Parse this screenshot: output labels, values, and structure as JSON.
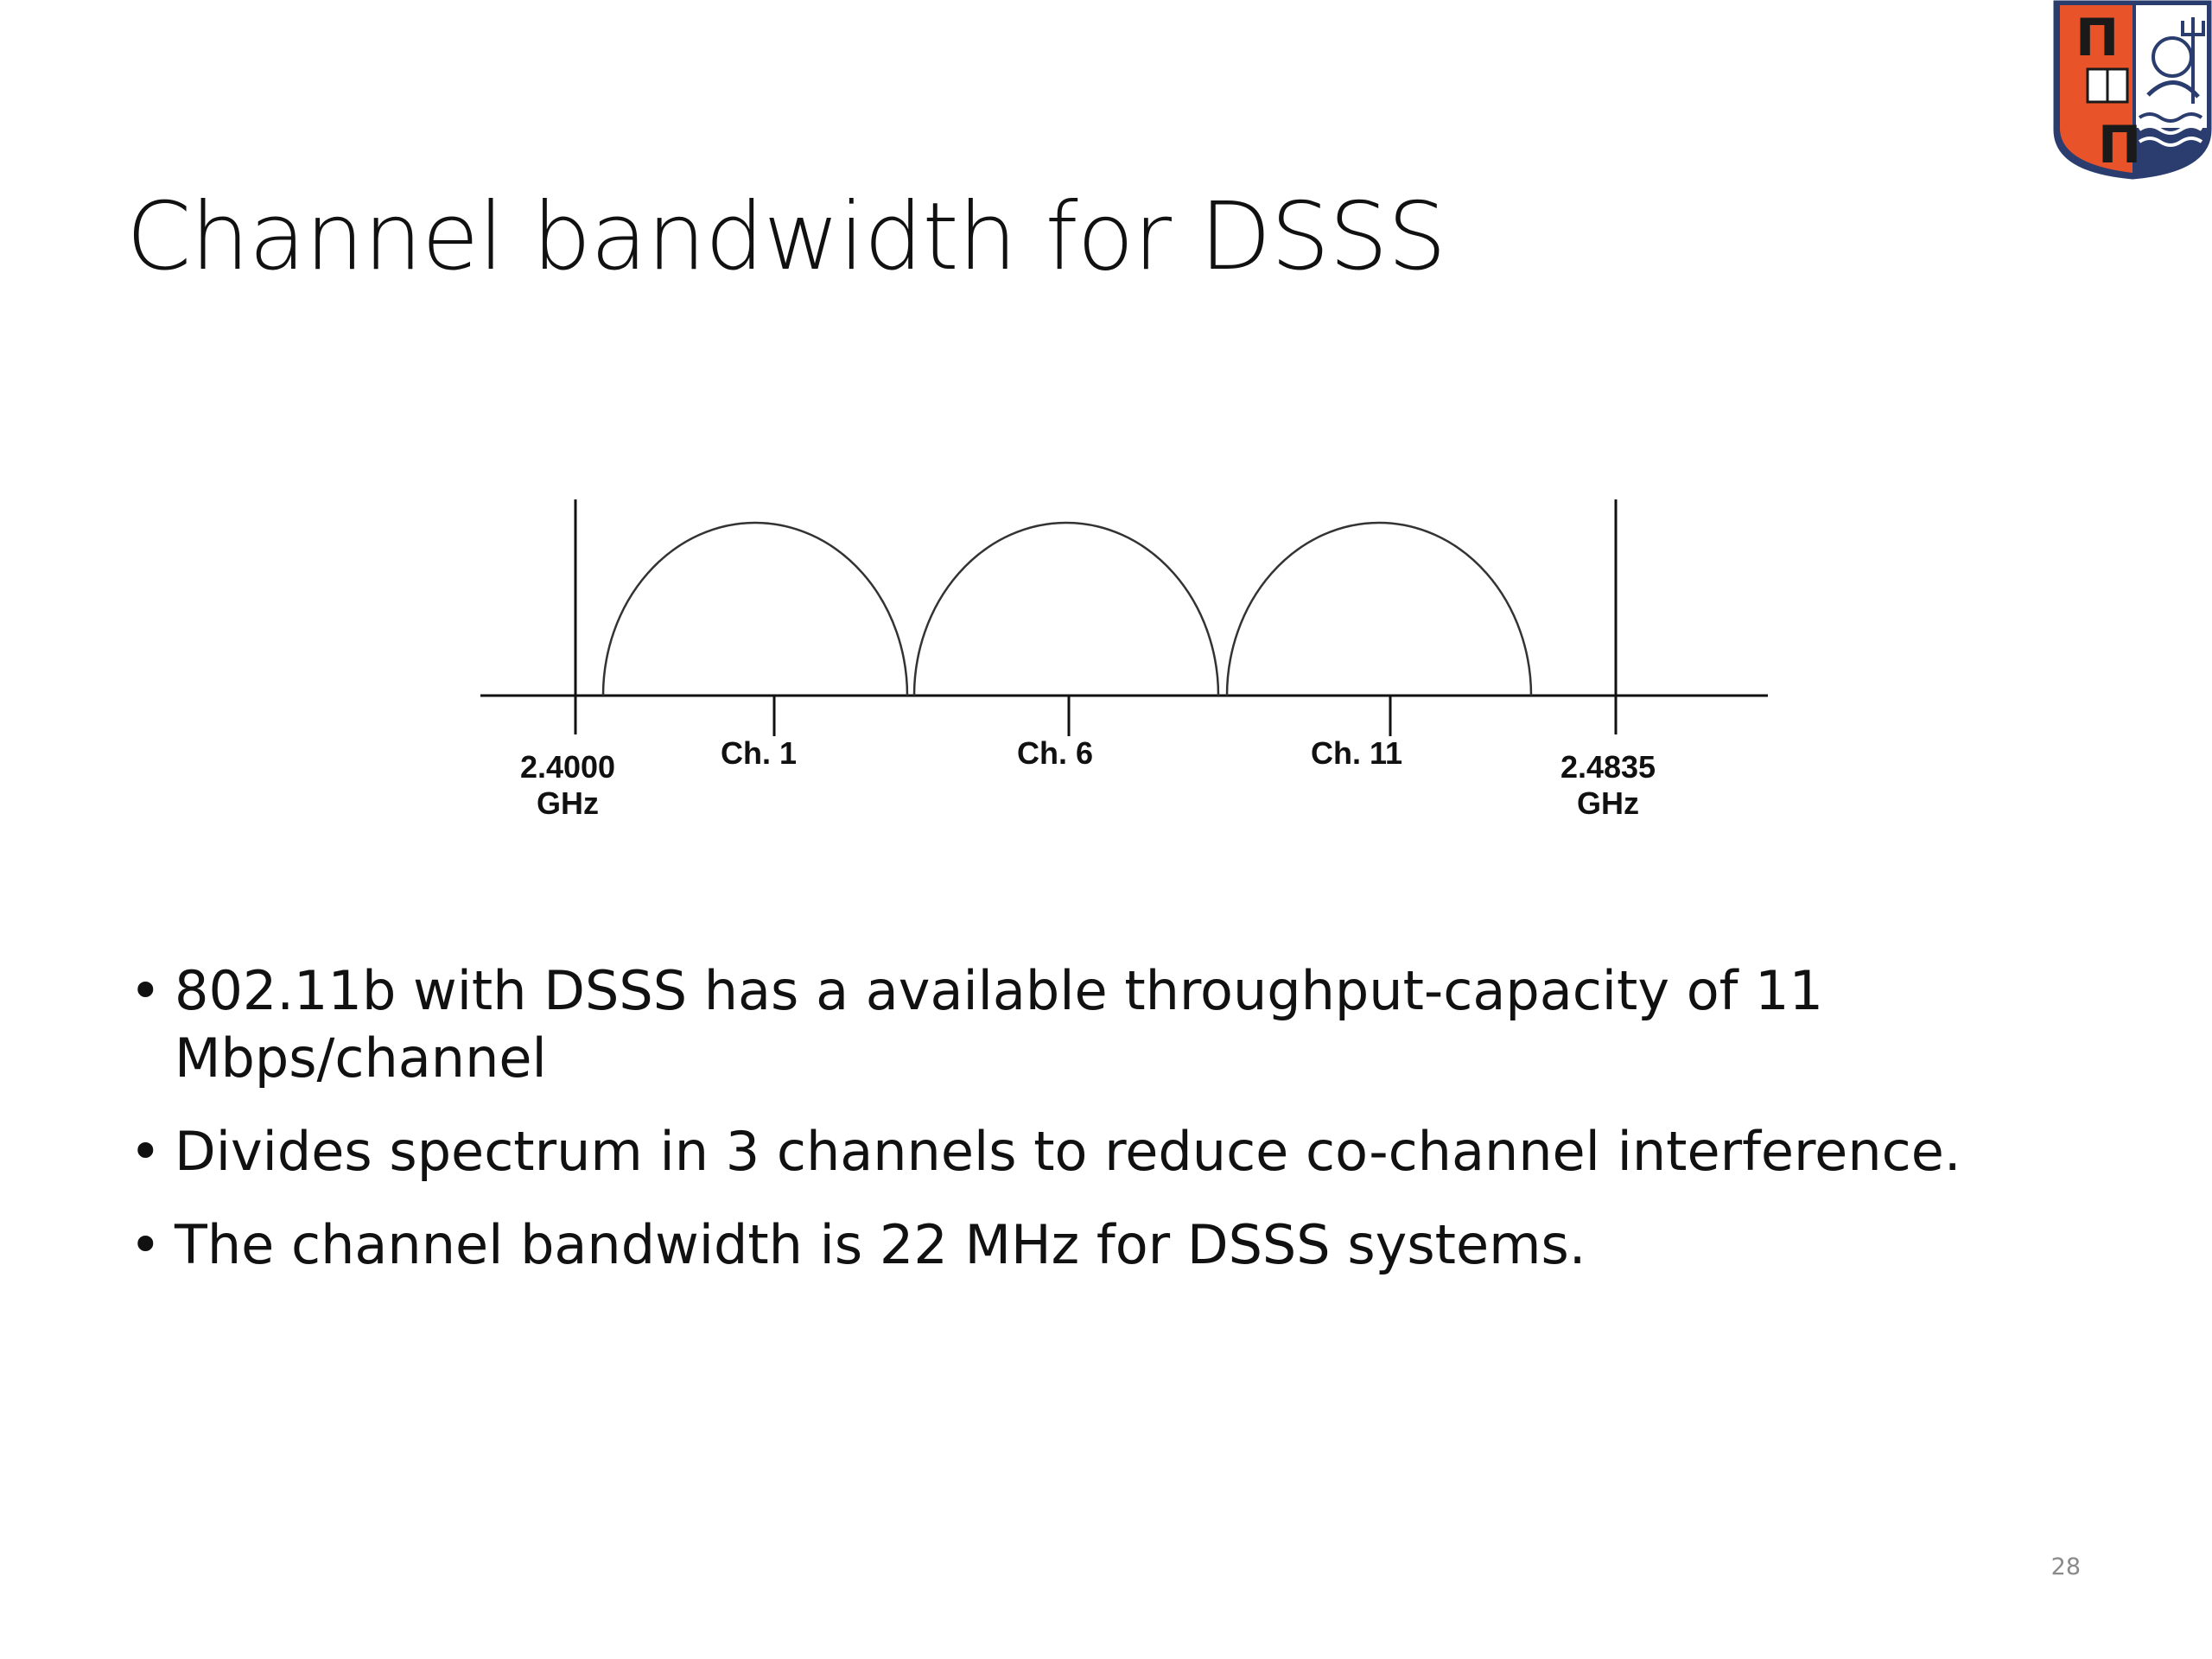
{
  "slide": {
    "title": "Channel bandwidth for DSSS",
    "page_number": "28"
  },
  "logo": {
    "icon": "university-crest-icon",
    "colors": {
      "left_panel": "#e8532a",
      "right_panel": "#2a3d6e",
      "outline": "#2a3d6e"
    },
    "glyphs": [
      "Π",
      "Π"
    ]
  },
  "figure": {
    "band_edge_labels": [
      {
        "value": "2.4000",
        "unit": "GHz"
      },
      {
        "value": "2.4835",
        "unit": "GHz"
      }
    ],
    "channels": [
      {
        "label": "Ch. 1"
      },
      {
        "label": "Ch. 6"
      },
      {
        "label": "Ch. 11"
      }
    ]
  },
  "bullets": [
    "802.11b with DSSS has a available throughput-capacity of 11 Mbps/channel",
    "Divides spectrum in 3 channels to reduce co-channel interference.",
    "The channel bandwidth is 22 MHz for DSSS systems."
  ]
}
